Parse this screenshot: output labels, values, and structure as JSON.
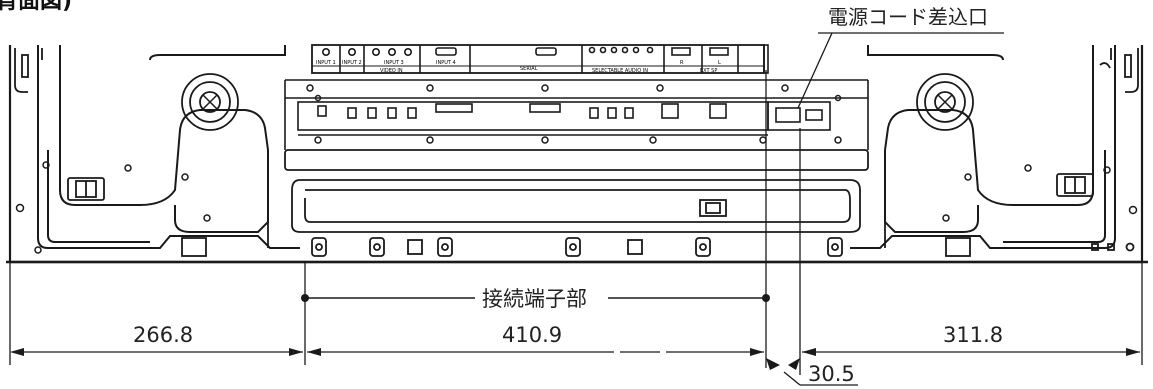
{
  "heading": "背面図)",
  "labels": {
    "power_inlet": "電源コード差込口",
    "connector_section": "接続端子部"
  },
  "dimensions": {
    "left": "266.8",
    "center": "410.9",
    "right": "311.8",
    "offset": "30.5"
  },
  "panel_labels": {
    "input1": "INPUT 1",
    "input2": "INPUT 2",
    "input3": "INPUT 3",
    "input4": "INPUT 4",
    "video_in": "VIDEO IN",
    "serial": "SERIAL",
    "selectable_audio_in": "SELECTABLE AUDIO IN",
    "ext_sp": "EXT SP",
    "r": "R",
    "l": "L"
  },
  "colors": {
    "line": "#1a1a1a",
    "panel": "#ffffff"
  }
}
